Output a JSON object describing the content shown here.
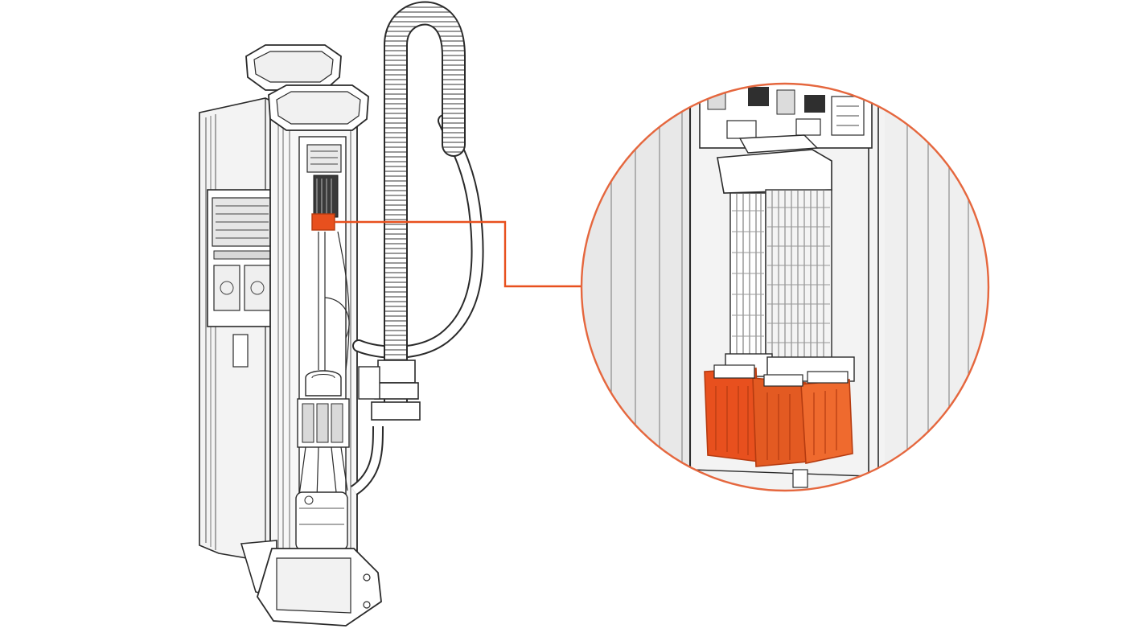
{
  "figure": {
    "subject": "charging-column-exploded-view",
    "callout": "terminal-block-detail"
  },
  "colors": {
    "background": "#ffffff",
    "line": "#2a2a2a",
    "line_light": "#8c8c8c",
    "panel_fill": "#f4f4f4",
    "panel_shade": "#e2e2e2",
    "accent": "#e8501e",
    "accent_dark": "#b53b10",
    "callout_ring": "#e5673e"
  },
  "icons": {
    "highlight_marker": "orange-highlight-square",
    "magnifier": "detail-circle"
  }
}
